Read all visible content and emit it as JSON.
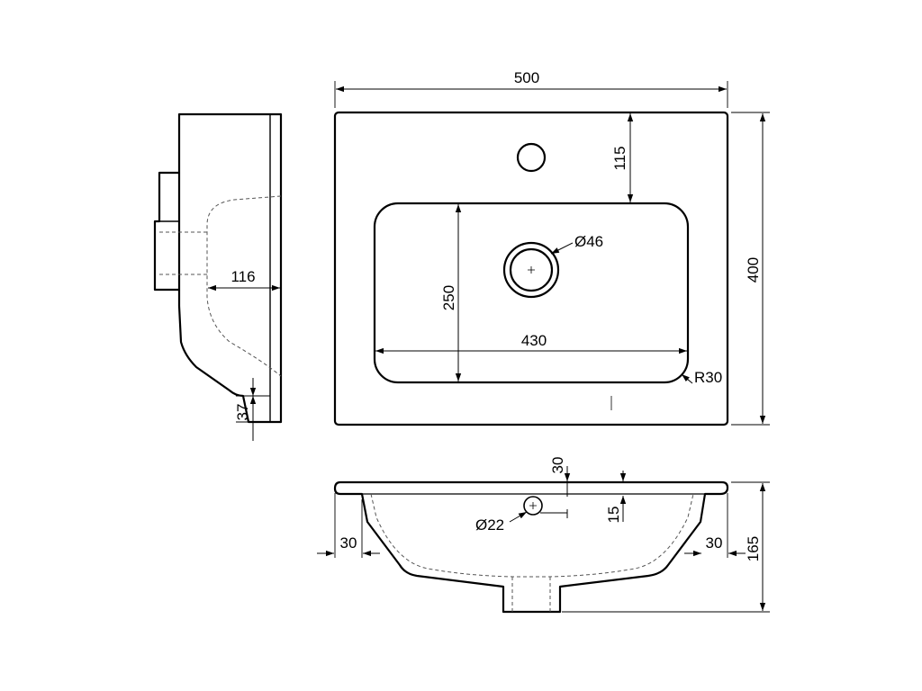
{
  "drawing": {
    "top_view": {
      "overall_width": "500",
      "overall_depth": "400",
      "tap_hole_offset": "115",
      "bowl_width": "430",
      "bowl_depth": "250",
      "drain_diameter": "Ø46",
      "corner_radius": "R30"
    },
    "side_view": {
      "bowl_depth": "116",
      "rim_thickness": "37"
    },
    "front_view": {
      "left_offset": "30",
      "right_offset": "30",
      "rim_thickness": "30",
      "overflow_offset": "15",
      "overflow_diameter": "Ø22",
      "overall_height": "165"
    }
  }
}
